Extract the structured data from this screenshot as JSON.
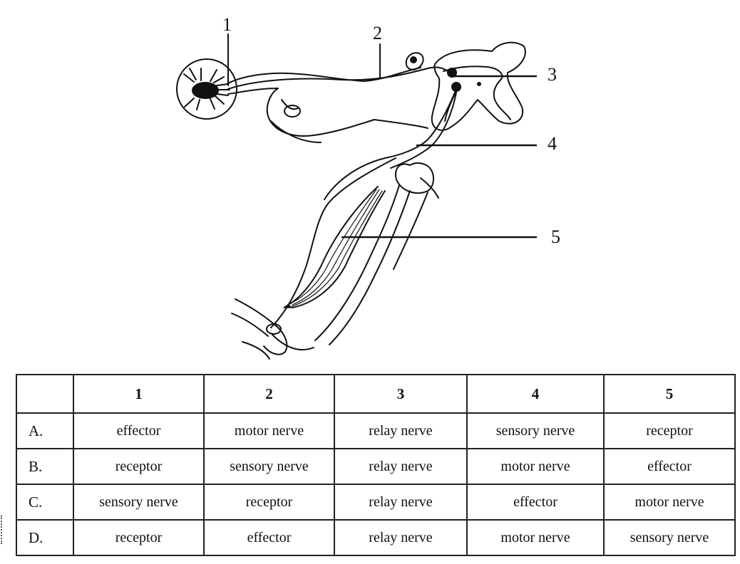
{
  "labels": [
    "1",
    "2",
    "3",
    "4",
    "5"
  ],
  "table": {
    "headers": [
      "",
      "1",
      "2",
      "3",
      "4",
      "5"
    ],
    "rows": [
      {
        "option": "A.",
        "cells": [
          "effector",
          "motor nerve",
          "relay nerve",
          "sensory nerve",
          "receptor"
        ]
      },
      {
        "option": "B.",
        "cells": [
          "receptor",
          "sensory nerve",
          "relay nerve",
          "motor nerve",
          "effector"
        ]
      },
      {
        "option": "C.",
        "cells": [
          "sensory nerve",
          "receptor",
          "relay nerve",
          "effector",
          "motor nerve"
        ]
      },
      {
        "option": "D.",
        "cells": [
          "receptor",
          "effector",
          "relay nerve",
          "motor nerve",
          "sensory nerve"
        ]
      }
    ]
  }
}
